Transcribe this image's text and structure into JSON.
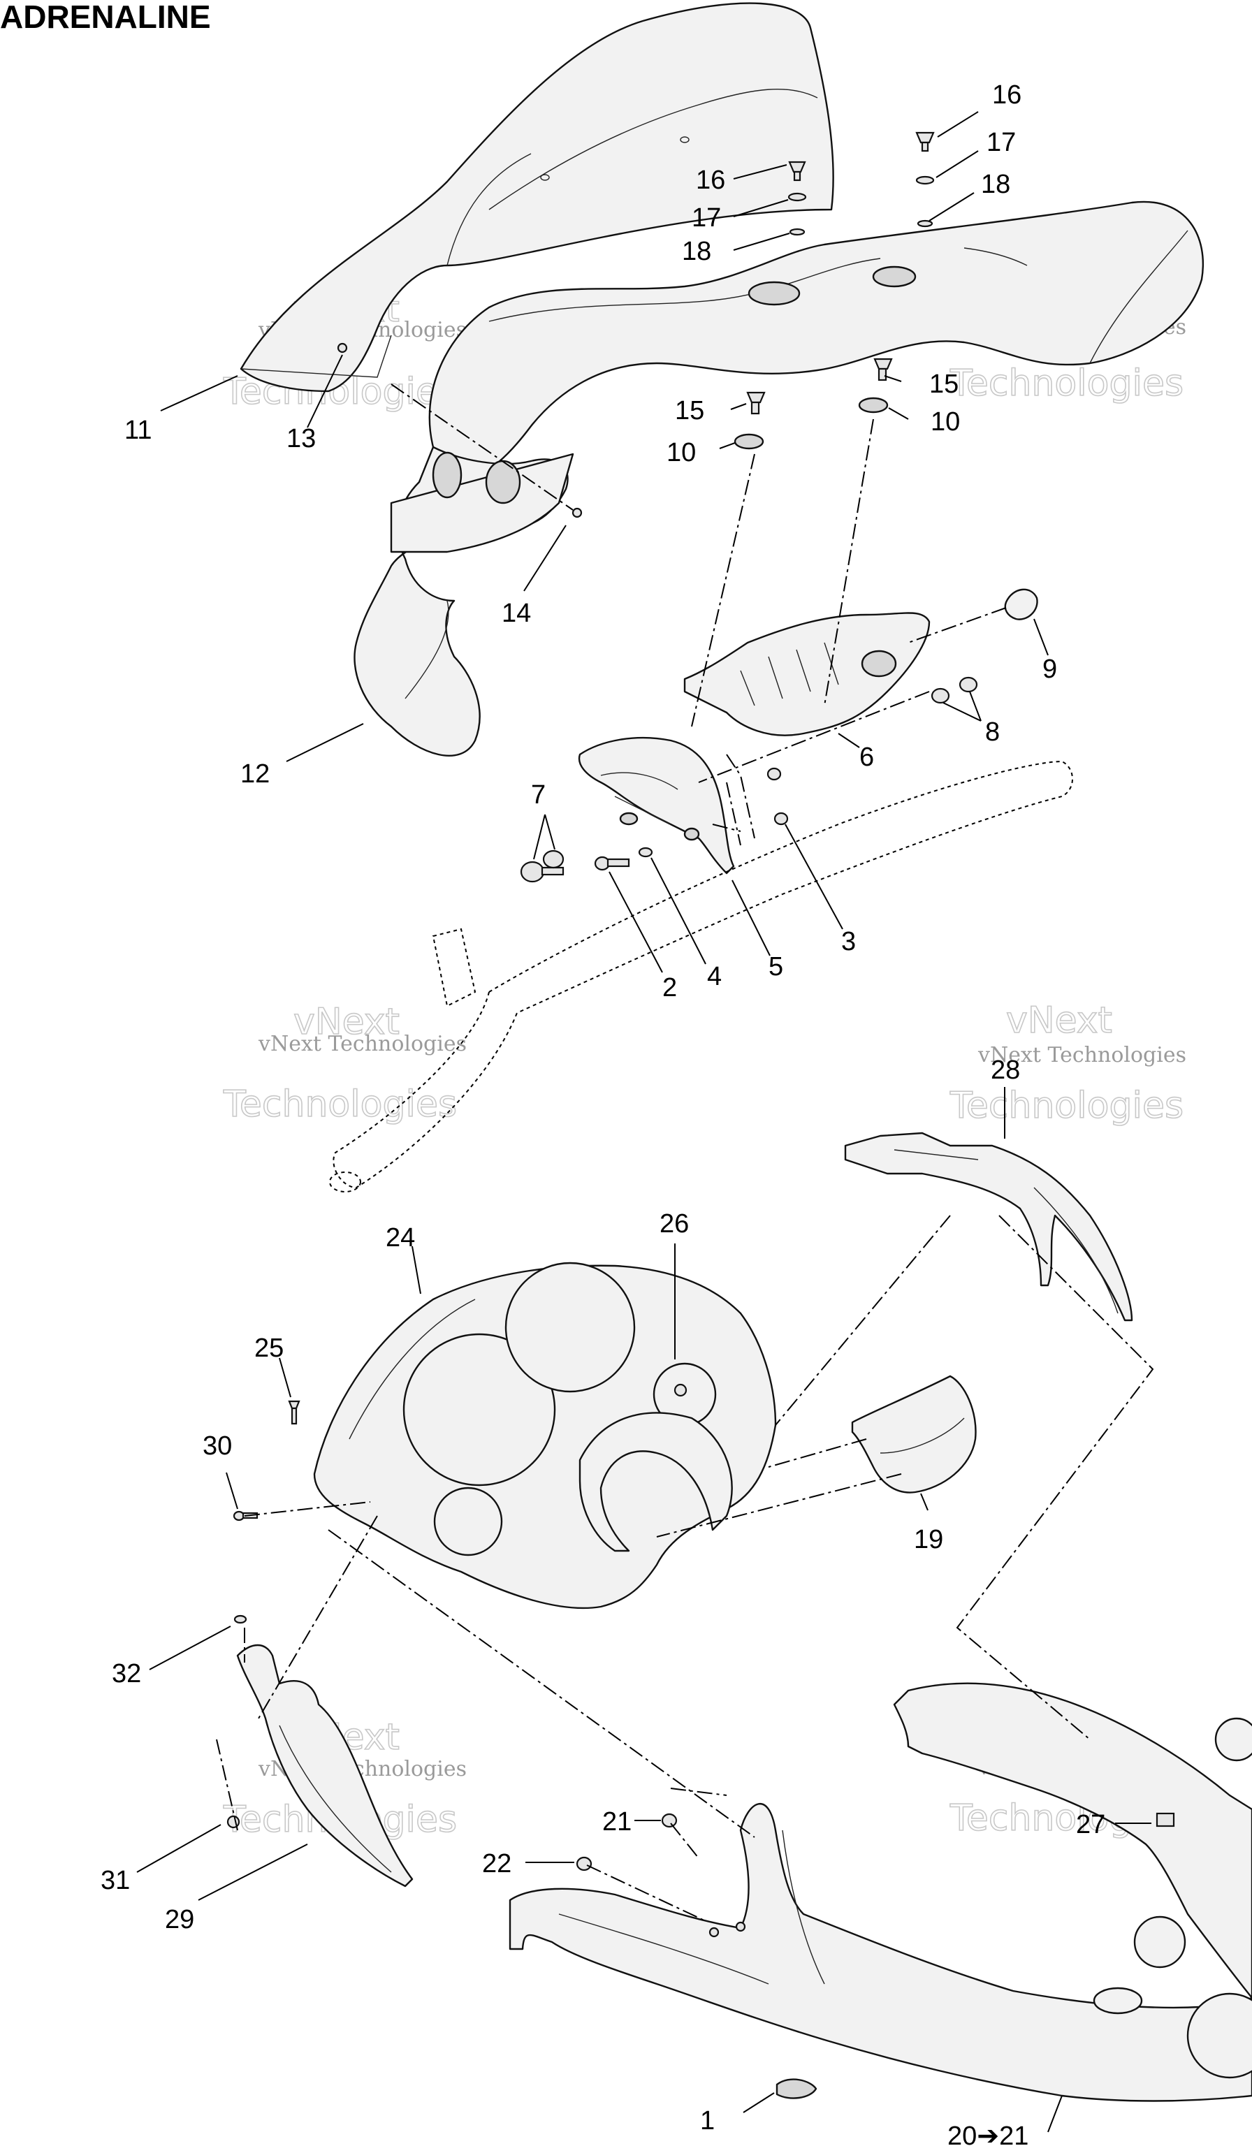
{
  "title": "ADRENALINE",
  "watermark": {
    "line1": "vNext Technologies",
    "line2": "Technologies",
    "line3": "vNext"
  },
  "callouts": [
    {
      "id": "c16a",
      "text": "16"
    },
    {
      "id": "c17a",
      "text": "17"
    },
    {
      "id": "c18a",
      "text": "18"
    },
    {
      "id": "c16b",
      "text": "16"
    },
    {
      "id": "c17b",
      "text": "17"
    },
    {
      "id": "c18b",
      "text": "18"
    },
    {
      "id": "c11",
      "text": "11"
    },
    {
      "id": "c13",
      "text": "13"
    },
    {
      "id": "c15a",
      "text": "15"
    },
    {
      "id": "c15b",
      "text": "15"
    },
    {
      "id": "c10a",
      "text": "10"
    },
    {
      "id": "c10b",
      "text": "10"
    },
    {
      "id": "c14",
      "text": "14"
    },
    {
      "id": "c9",
      "text": "9"
    },
    {
      "id": "c8",
      "text": "8"
    },
    {
      "id": "c6",
      "text": "6"
    },
    {
      "id": "c12",
      "text": "12"
    },
    {
      "id": "c7",
      "text": "7"
    },
    {
      "id": "c3",
      "text": "3"
    },
    {
      "id": "c5",
      "text": "5"
    },
    {
      "id": "c4",
      "text": "4"
    },
    {
      "id": "c2",
      "text": "2"
    },
    {
      "id": "c28",
      "text": "28"
    },
    {
      "id": "c24",
      "text": "24"
    },
    {
      "id": "c26",
      "text": "26"
    },
    {
      "id": "c25",
      "text": "25"
    },
    {
      "id": "c30",
      "text": "30"
    },
    {
      "id": "c19",
      "text": "19"
    },
    {
      "id": "c32",
      "text": "32"
    },
    {
      "id": "c21",
      "text": "21"
    },
    {
      "id": "c22",
      "text": "22"
    },
    {
      "id": "c27",
      "text": "27"
    },
    {
      "id": "c31",
      "text": "31"
    },
    {
      "id": "c29",
      "text": "29"
    },
    {
      "id": "c1",
      "text": "1"
    },
    {
      "id": "c2021",
      "text": "20➔21"
    }
  ]
}
